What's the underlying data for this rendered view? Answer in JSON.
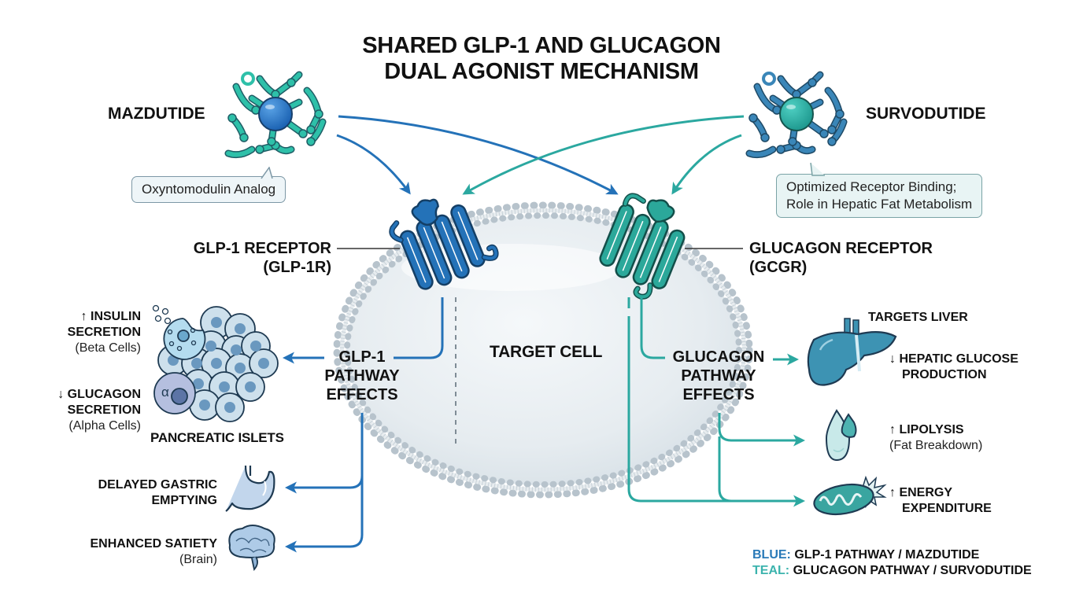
{
  "title": {
    "line1": "SHARED GLP-1 AND GLUCAGON",
    "line2": "DUAL AGONIST MECHANISM"
  },
  "colors": {
    "glp1_blue": "#2472b8",
    "glucagon_teal": "#2ba8a0",
    "membrane_gray": "#b4c0c9",
    "cell_fill": "#e9eef2",
    "outline": "#1f3f56"
  },
  "drugs": {
    "left": {
      "name": "MAZDUTIDE",
      "icon": "peptide-molecule-icon",
      "callout": "Oxyntomodulin Analog"
    },
    "right": {
      "name": "SURVODUTIDE",
      "icon": "peptide-molecule-icon",
      "callout_line1": "Optimized Receptor Binding;",
      "callout_line2": "Role in Hepatic Fat Metabolism"
    }
  },
  "receptors": {
    "glp1": {
      "line1": "GLP-1 RECEPTOR",
      "line2": "(GLP-1R)"
    },
    "gcgr": {
      "line1": "GLUCAGON RECEPTOR",
      "line2": "(GCGR)"
    }
  },
  "cell": {
    "label": "TARGET CELL"
  },
  "glp1_pathway": {
    "line1": "GLP-1",
    "line2": "PATHWAY",
    "line3": "EFFECTS",
    "effects": {
      "insulin": {
        "arrow": "↑",
        "line1": "INSULIN",
        "line2": "SECRETION",
        "sub": "(Beta Cells)"
      },
      "glucagon": {
        "arrow": "↓",
        "line1": "GLUCAGON",
        "line2": "SECRETION",
        "sub": "(Alpha Cells)"
      },
      "islets_label": "PANCREATIC ISLETS",
      "alpha_symbol": "α",
      "gastric": {
        "line1": "DELAYED GASTRIC",
        "line2": "EMPTYING"
      },
      "satiety": {
        "line1": "ENHANCED SATIETY",
        "sub": "(Brain)"
      }
    }
  },
  "glucagon_pathway": {
    "line1": "GLUCAGON",
    "line2": "PATHWAY",
    "line3": "EFFECTS",
    "effects": {
      "liver_title": "TARGETS LIVER",
      "hepatic": {
        "arrow": "↓",
        "line1": "HEPATIC GLUCOSE",
        "line2": "PRODUCTION"
      },
      "lipolysis": {
        "arrow": "↑",
        "line1": "LIPOLYSIS",
        "sub": "(Fat Breakdown)"
      },
      "energy": {
        "arrow": "↑",
        "line1": "ENERGY",
        "line2": "EXPENDITURE"
      }
    }
  },
  "legend": {
    "blue_key": "BLUE:",
    "blue_text": "GLP-1 PATHWAY / MAZDUTIDE",
    "teal_key": "TEAL:",
    "teal_text": "GLUCAGON PATHWAY / SURVODUTIDE"
  }
}
